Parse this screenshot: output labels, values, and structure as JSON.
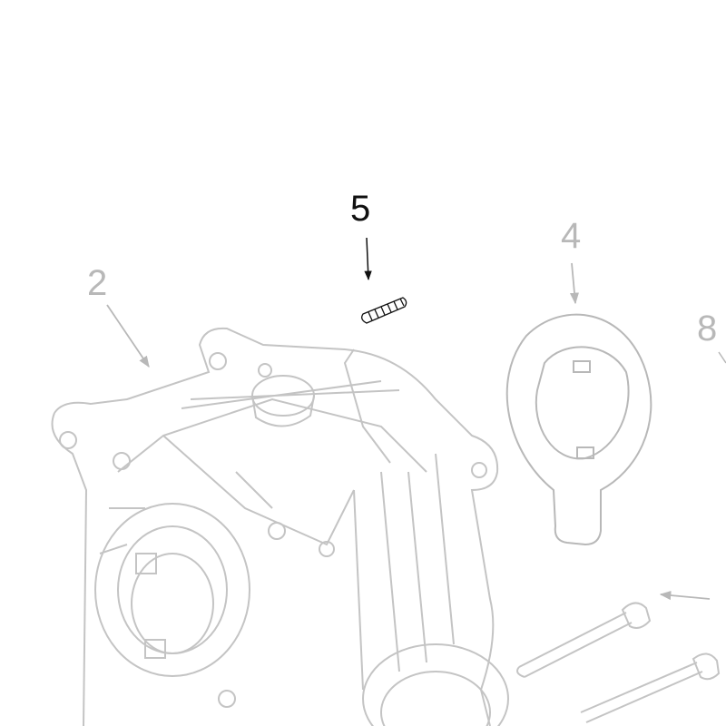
{
  "callouts": [
    {
      "id": "5",
      "label": "5",
      "part": "set-screw",
      "highlighted": true
    },
    {
      "id": "2",
      "label": "2",
      "part": "gearbox-housing",
      "highlighted": false
    },
    {
      "id": "4",
      "label": "4",
      "part": "tab-washer",
      "highlighted": false
    },
    {
      "id": "8",
      "label": "8",
      "part": "bolts",
      "highlighted": false
    }
  ],
  "colors": {
    "highlight": "#111111",
    "faded": "#b8b8b8",
    "background": "#ffffff"
  }
}
